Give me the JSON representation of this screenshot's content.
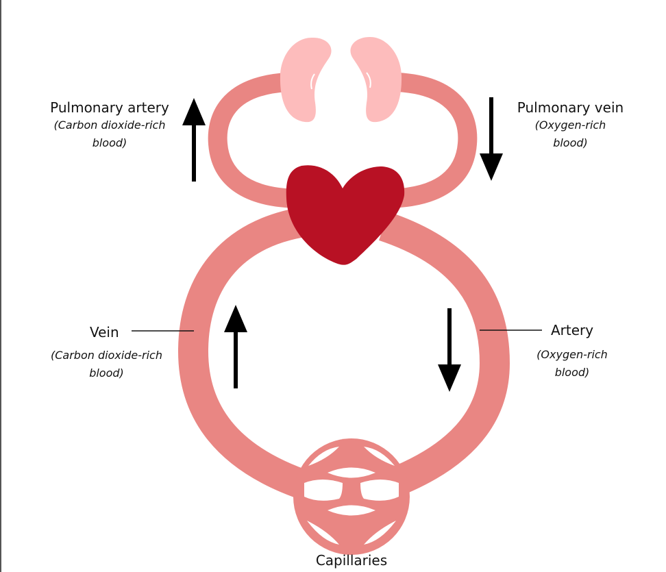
{
  "diagram": {
    "title": "Double circulation of blood",
    "colors": {
      "vessel": "#e98683",
      "lung": "#fdbcbc",
      "heart": "#b81124",
      "arrow": "#000000",
      "text": "#111111"
    },
    "labels": {
      "pulmonary_artery": {
        "title": "Pulmonary artery",
        "subtitle_line1": "(Carbon dioxide-rich",
        "subtitle_line2": "blood)"
      },
      "pulmonary_vein": {
        "title": "Pulmonary vein",
        "subtitle_line1": "(Oxygen-rich",
        "subtitle_line2": "blood)"
      },
      "vein": {
        "title": "Vein",
        "subtitle_line1": "(Carbon dioxide-rich",
        "subtitle_line2": "blood)"
      },
      "artery": {
        "title": "Artery",
        "subtitle_line1": "(Oxygen-rich",
        "subtitle_line2": "blood)"
      },
      "capillaries": {
        "title": "Capillaries"
      }
    },
    "organs": [
      "lungs",
      "heart",
      "capillaries"
    ],
    "flow_arrows": [
      {
        "near": "Pulmonary artery",
        "direction": "up"
      },
      {
        "near": "Pulmonary vein",
        "direction": "down"
      },
      {
        "near": "Vein",
        "direction": "up"
      },
      {
        "near": "Artery",
        "direction": "down"
      }
    ]
  }
}
